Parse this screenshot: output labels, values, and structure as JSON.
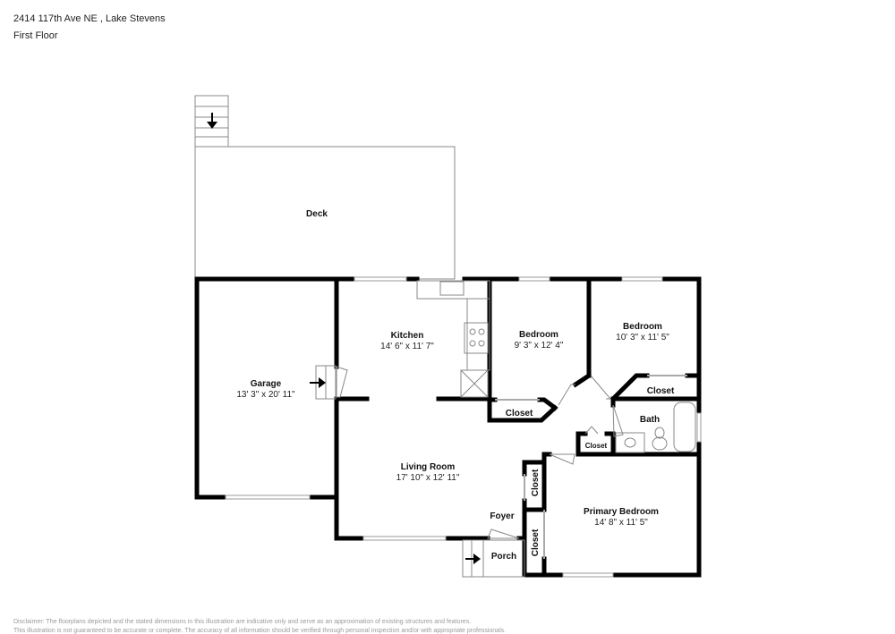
{
  "header": {
    "address": "2414 117th Ave NE , Lake Stevens",
    "floor": "First Floor"
  },
  "rooms": {
    "deck": {
      "name": "Deck"
    },
    "garage": {
      "name": "Garage",
      "dims": "13' 3\" x 20' 11\""
    },
    "kitchen": {
      "name": "Kitchen",
      "dims": "14' 6\" x 11' 7\""
    },
    "bedroom1": {
      "name": "Bedroom",
      "dims": "9' 3\" x 12' 4\""
    },
    "bedroom2": {
      "name": "Bedroom",
      "dims": "10' 3\" x 11' 5\""
    },
    "closet_b1": {
      "name": "Closet"
    },
    "closet_b2": {
      "name": "Closet"
    },
    "bath": {
      "name": "Bath"
    },
    "closet_hall": {
      "name": "Closet"
    },
    "living": {
      "name": "Living Room",
      "dims": "17' 10\" x 12' 11\""
    },
    "foyer": {
      "name": "Foyer"
    },
    "porch": {
      "name": "Porch"
    },
    "closet_p1": {
      "name": "Closet"
    },
    "closet_p2": {
      "name": "Closet"
    },
    "primary": {
      "name": "Primary Bedroom",
      "dims": "14' 8\" x 11' 5\""
    }
  },
  "disclaimer": {
    "line1": "Disclaimer: The floorplans depicted and the stated dimensions in this illustration are indicative only and serve as an approximation of existing structures and features.",
    "line2": "This illustration is not guaranteed to be accurate or complete. The accuracy of all information should be verified through personal inspection and/or with appropriate professionals."
  }
}
